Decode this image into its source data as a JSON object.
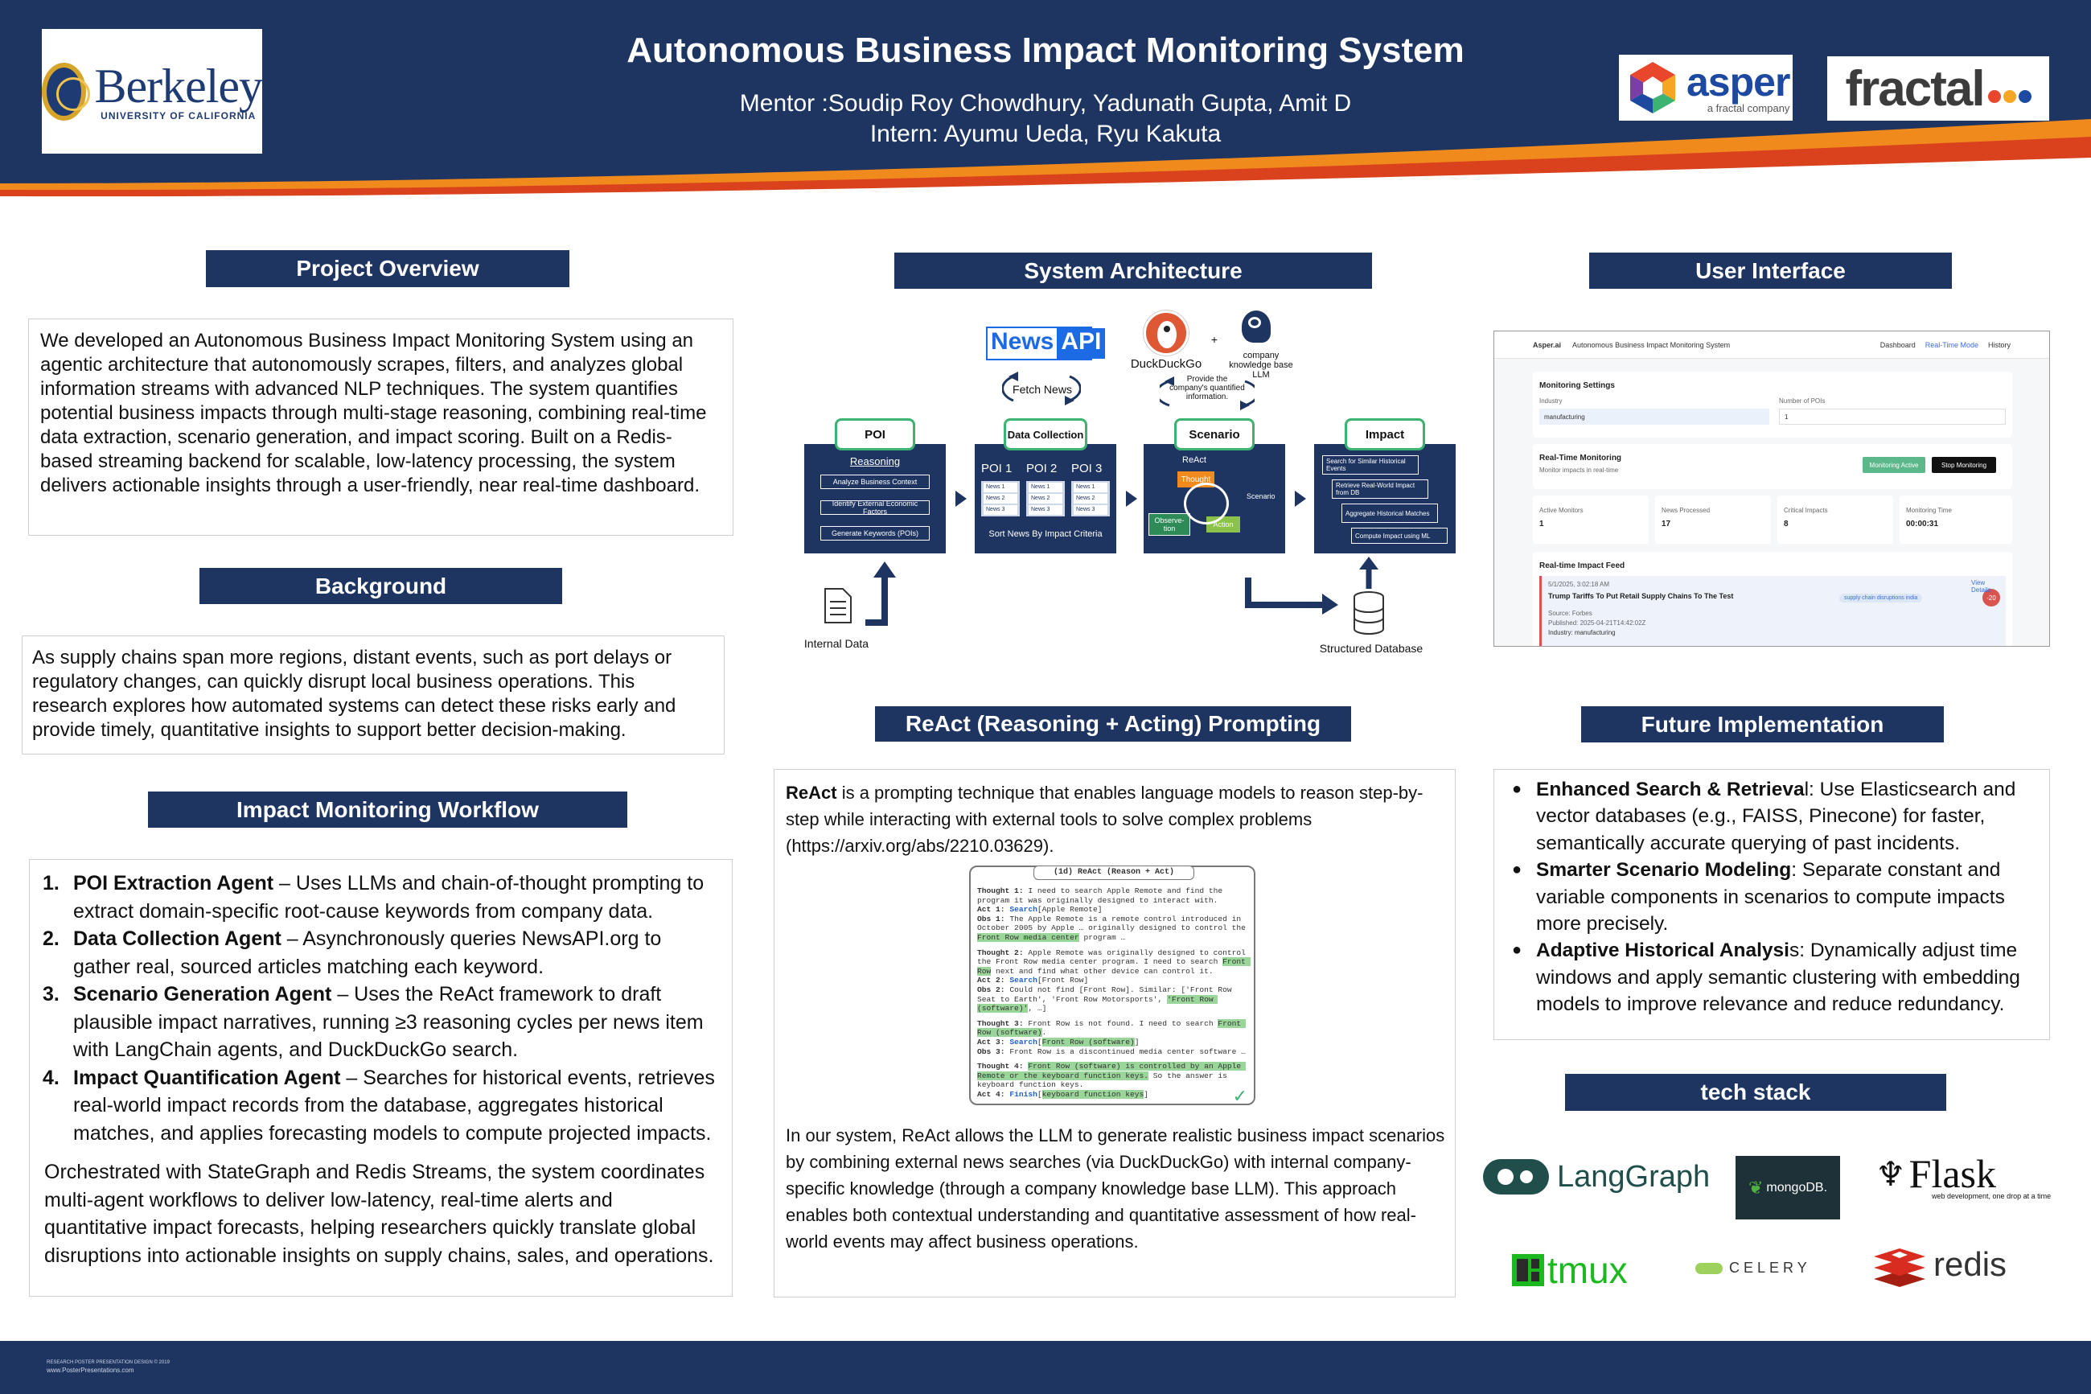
{
  "header": {
    "title": "Autonomous Business Impact Monitoring System",
    "mentor": "Mentor :Soudip Roy Chowdhury, Yadunath Gupta, Amit D",
    "intern": "Intern: Ayumu Ueda, Ryu Kakuta",
    "berkeley_name": "Berkeley",
    "berkeley_sub": "UNIVERSITY OF CALIFORNIA",
    "asper_name": "asper",
    "asper_sub": "a fractal company",
    "fractal_name": "fractal",
    "colors": {
      "navy": "#1e3461",
      "orange": "#f08a1c",
      "red": "#d9421c"
    }
  },
  "overview": {
    "heading": "Project Overview",
    "text": "We developed an Autonomous Business Impact Monitoring System using an agentic architecture that autonomously scrapes, filters, and analyzes global information streams with advanced NLP techniques. The system quantifies potential business impacts through multi-stage reasoning, combining real-time data extraction, scenario generation, and impact scoring. Built on a Redis-based streaming backend for scalable, low-latency processing, the system delivers actionable insights through a user-friendly, near real-time dashboard."
  },
  "background": {
    "heading": "Background",
    "text": "As supply chains span more regions, distant events, such as port delays or regulatory changes, can quickly disrupt local business operations. This research explores how automated systems can detect these risks early and provide timely, quantitative insights to support better decision-making."
  },
  "workflow": {
    "heading": "Impact Monitoring Workflow",
    "items": [
      {
        "num": "1.",
        "name": "POI Extraction Agent",
        "text": " – Uses LLMs and chain-of-thought prompting to extract domain-specific root-cause keywords from company data."
      },
      {
        "num": "2.",
        "name": "Data Collection Agent",
        "text": " –  Asynchronously queries NewsAPI.org to gather real, sourced articles matching each keyword."
      },
      {
        "num": "3.",
        "name": "Scenario Generation Agent",
        "text": " –  Uses the ReAct framework to draft plausible impact narratives, running ≥3 reasoning cycles per news item with LangChain agents, and DuckDuckGo search."
      },
      {
        "num": "4.",
        "name": "Impact Quantification Agent",
        "text": " – Searches for historical events, retrieves real-world impact records from the database, aggregates historical matches, and applies forecasting models to compute projected impacts."
      }
    ],
    "closing": "Orchestrated with StateGraph and Redis Streams, the system coordinates multi-agent workflows to deliver low-latency, real-time alerts and quantitative impact forecasts, helping researchers quickly translate global disruptions into actionable insights on supply chains, sales, and operations."
  },
  "architecture": {
    "heading": "System Architecture",
    "newsapi_a": "News",
    "newsapi_b": "API",
    "duckduckgo": "DuckDuckGo",
    "plus": "+",
    "kb": "company knowledge base LLM",
    "fetch_news": "Fetch News",
    "provide": "Provide the company's quantified information.",
    "poi": {
      "label": "POI",
      "title": "Reasoning",
      "steps": [
        "Analyze Business Context",
        "Identify External Economic Factors",
        "Generate Keywords (POIs)"
      ]
    },
    "collection": {
      "label": "Data Collection",
      "cols": [
        "POI 1",
        "POI 2",
        "POI 3"
      ],
      "news": [
        "News 1",
        "News 2",
        "News 3"
      ],
      "footer": "Sort News By Impact Criteria"
    },
    "scenario": {
      "label": "Scenario",
      "react": "ReAct",
      "thought": "Thought",
      "observation": "Observe-tion",
      "action": "Action",
      "out": "Scenario"
    },
    "impact": {
      "label": "Impact",
      "steps": [
        "Search for Similar Historical Events",
        "Retrieve Real-World Impact from DB",
        "Aggregate Historical Matches",
        "Compute Impact using ML"
      ]
    },
    "internal_data": "Internal Data",
    "structured_db": "Structured Database"
  },
  "ui": {
    "heading": "User Interface",
    "brand": "Asper.ai",
    "app_title": "Autonomous Business Impact Monitoring System",
    "nav": [
      "Dashboard",
      "Real-Time Mode",
      "History"
    ],
    "settings_title": "Monitoring Settings",
    "industry_label": "Industry",
    "industry_value": "manufacturing",
    "pois_label": "Number of POIs",
    "pois_value": "1",
    "rt_title": "Real-Time Monitoring",
    "rt_sub": "Monitor impacts in real-time",
    "active_btn": "Monitoring Active",
    "stop_btn": "Stop Monitoring",
    "stats": [
      {
        "label": "Active Monitors",
        "value": "1"
      },
      {
        "label": "News Processed",
        "value": "17"
      },
      {
        "label": "Critical Impacts",
        "value": "8"
      },
      {
        "label": "Monitoring Time",
        "value": "00:00:31"
      }
    ],
    "feed_title": "Real-time Impact Feed",
    "feed_time": "5/1/2025, 3:02:18 AM",
    "feed_headline": "Trump Tariffs To Put Retail Supply Chains To The Test",
    "feed_tag": "supply chain disruptions india",
    "feed_score": "-20",
    "feed_link": "View Details",
    "feed_source": "Source: Forbes",
    "feed_published": "Published: 2025-04-21T14:42:02Z",
    "feed_industry": "Industry: manufacturing",
    "colors": {
      "green": "#5cb88a",
      "black": "#111111",
      "blue": "#3c6fd8",
      "red": "#d9534f"
    }
  },
  "react": {
    "heading": "ReAct (Reasoning + Acting) Prompting",
    "intro_bold": "ReAct",
    "intro": " is a prompting technique that enables language models to reason step-by-step while interacting with external tools to solve complex problems (https://arxiv.org/abs/2210.03629).",
    "trace_title": "(1d) ReAct (Reason + Act)",
    "lines": {
      "t1": "I need to search Apple Remote and find the program it was originally designed to interact with.",
      "a1": "Apple Remote",
      "o1a": "The Apple Remote is a remote control introduced in October 2005 by Apple … originally designed to control the",
      "o1h": "Front Row media center",
      "o1b": "program …",
      "t2a": "Apple Remote was originally designed to control the Front Row media center program. I need to search",
      "t2h": "Front Row",
      "t2b": "next and find what other device can control it.",
      "a2": "Front Row",
      "o2a": "Could not find [Front Row]. Similar: ['Front Row Seat to Earth', 'Front Row Motorsports',",
      "o2h": "'Front Row (software)'",
      "o2b": ", …]",
      "t3a": "Front Row is not found. I need to search",
      "t3h": "Front Row (software)",
      "t3b": ".",
      "a3": "Front Row (software)",
      "o3": "Front Row is a discontinued media center software …",
      "t4h": "Front Row (software) is controlled by an Apple Remote or the keyboard function keys.",
      "t4b": "So the answer is keyboard function keys.",
      "a4": "keyboard function keys"
    },
    "check": "✓",
    "outro": "In our system, ReAct allows the LLM to generate realistic business impact scenarios by combining external news searches (via DuckDuckGo) with internal company-specific knowledge (through a company knowledge base LLM). This approach enables both contextual understanding and quantitative assessment of how real-world events may affect business operations."
  },
  "future": {
    "heading": "Future Implementation",
    "items": [
      {
        "name": "Enhanced Search & Retrieva",
        "text": "l: Use Elasticsearch and vector databases (e.g., FAISS, Pinecone) for faster, semantically accurate querying of past incidents."
      },
      {
        "name": "Smarter Scenario Modeling",
        "text": ": Separate constant and variable components in scenarios to compute impacts more precisely."
      },
      {
        "name": "Adaptive Historical Analysi",
        "text": "s: Dynamically adjust time windows and apply semantic clustering with embedding models to improve relevance and reduce redundancy."
      }
    ]
  },
  "tech": {
    "heading": "tech stack",
    "langgraph": "LangGraph",
    "mongodb": "mongoDB.",
    "flask": "Flask",
    "flask_sub": "web development, one drop at a time",
    "tmux": "tmux",
    "celery": "CELERY",
    "redis": "redis"
  },
  "footer": {
    "line1": "RESEARCH POSTER PRESENTATION DESIGN © 2019",
    "line2": "www.PosterPresentations.com"
  }
}
